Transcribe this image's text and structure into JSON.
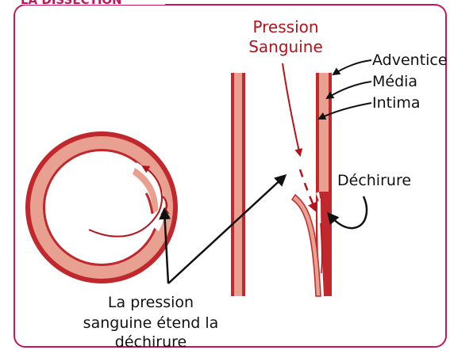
{
  "header": {
    "title": "LA DISSECTION"
  },
  "labels": {
    "pressure_line1": "Pression",
    "pressure_line2": "Sanguine",
    "adventice": "Adventice",
    "media": "Média",
    "intima": "Intima",
    "tear": "Déchirure",
    "caption_line1": "La pression",
    "caption_line2": "sanguine étend la",
    "caption_line3": "déchirure"
  },
  "colors": {
    "frame": "#c2185b",
    "vessel_outer": "#c0282e",
    "vessel_media": "#e8a090",
    "intima_white": "#ffffff",
    "arrow_red": "#b5121b",
    "text": "#111111"
  }
}
